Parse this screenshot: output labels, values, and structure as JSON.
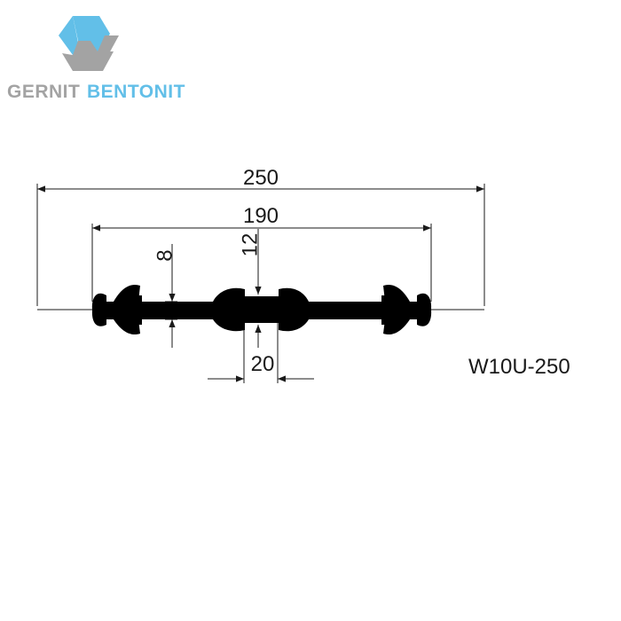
{
  "brand": {
    "name_part1": "GERNIT",
    "name_part2": "BENTONIT",
    "color_part1": "#a3a3a3",
    "color_part2": "#62bfe8",
    "logo_icon": "hexagon-g-logo"
  },
  "drawing": {
    "dimensions": {
      "overall_width": "250",
      "inner_width": "190",
      "flange_thickness": "8",
      "center_thickness": "12",
      "center_gap": "20"
    },
    "model_code": "W10U-250",
    "profile_color": "#000000",
    "line_color": "#1a1a1a"
  }
}
